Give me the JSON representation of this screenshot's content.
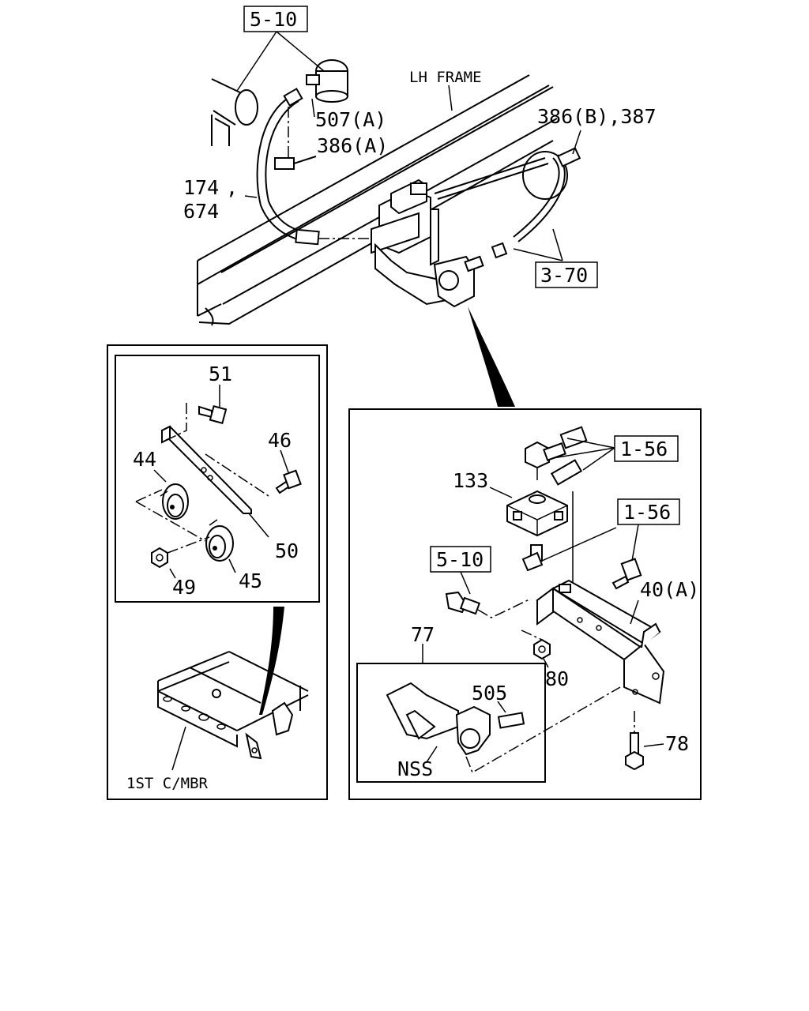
{
  "labels": {
    "ref_5_10_top": "5-10",
    "lh_frame": "LH FRAME",
    "p507a": "507(A)",
    "p386a": "386(A)",
    "p386b_387": "386(B),387",
    "p174": "174",
    "p174_comma": ",",
    "p674": "674",
    "ref_3_70": "3-70",
    "p51": "51",
    "p46": "46",
    "p44": "44",
    "p50": "50",
    "p49": "49",
    "p45": "45",
    "first_cmbr": "1ST C/MBR",
    "ref_1_56_a": "1-56",
    "p133": "133",
    "ref_1_56_b": "1-56",
    "ref_5_10_detail": "5-10",
    "p40a": "40(A)",
    "p77": "77",
    "p80": "80",
    "p505": "505",
    "nss": "NSS",
    "p78": "78"
  }
}
